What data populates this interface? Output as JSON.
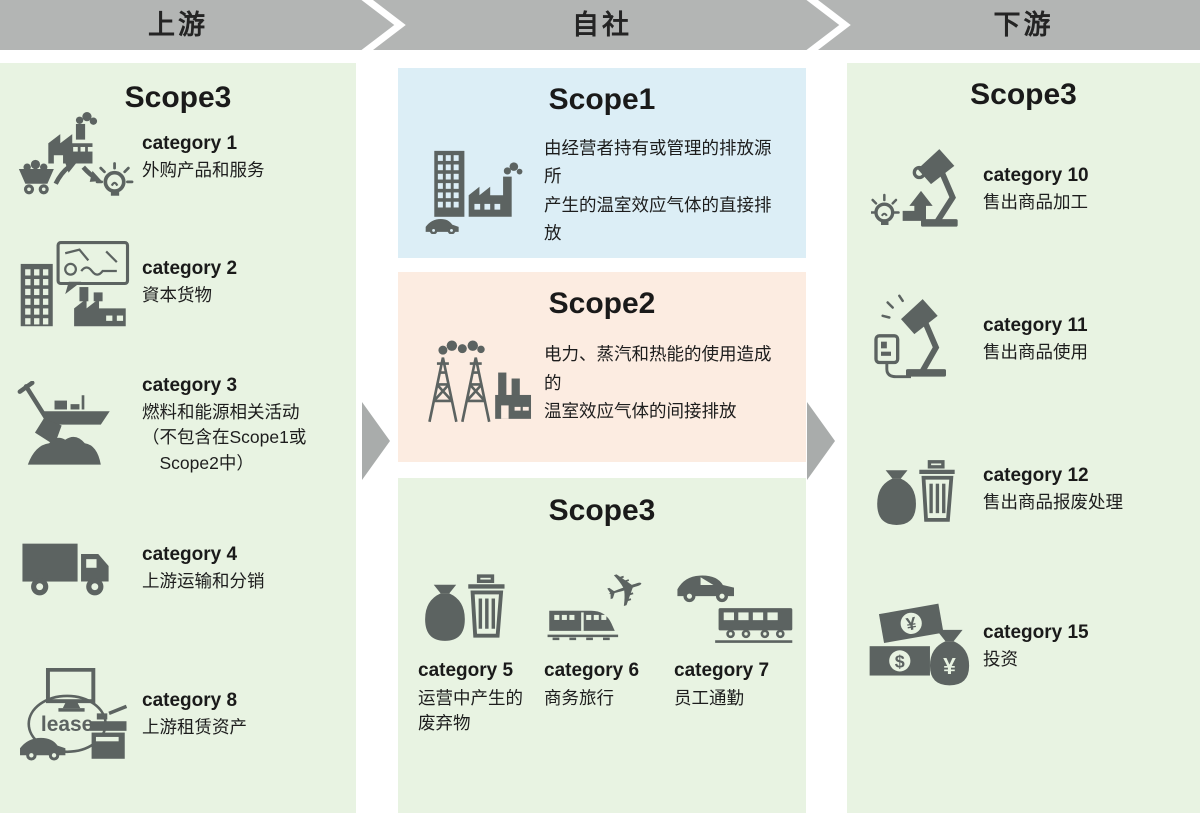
{
  "header": {
    "steps": [
      {
        "label": "上游"
      },
      {
        "label": "自社"
      },
      {
        "label": "下游"
      }
    ]
  },
  "upstream": {
    "title": "Scope3",
    "items": [
      {
        "icon": "raw-materials-factory-bulb-icon",
        "label": "category 1",
        "desc": "外购产品和服务"
      },
      {
        "icon": "building-factory-speech-bubble-icon",
        "label": "category 2",
        "desc": "資本货物"
      },
      {
        "icon": "ship-shovel-coal-icon",
        "label": "category 3",
        "desc": "燃料和能源相关活动\n（不包含在Scope1或\n　Scope2中）"
      },
      {
        "icon": "truck-icon",
        "label": "category 4",
        "desc": "上游运输和分销"
      },
      {
        "icon": "lease-assets-icon",
        "label": "category 8",
        "desc": "上游租赁资产"
      }
    ]
  },
  "company": {
    "scope1": {
      "title": "Scope1",
      "icon": "building-factory-car-icon",
      "desc": "由经营者持有或管理的排放源所\n产生的温室效应气体的直接排放"
    },
    "scope2": {
      "title": "Scope2",
      "icon": "power-towers-factory-icon",
      "desc": "电力、蒸汽和热能的使用造成的\n温室效应气体的间接排放"
    },
    "scope3": {
      "title": "Scope3",
      "items": [
        {
          "icon": "waste-bag-trash-bin-icon",
          "label": "category 5",
          "desc": "运营中产生的\n废弃物"
        },
        {
          "icon": "train-airplane-icon",
          "label": "category 6",
          "desc": "商务旅行"
        },
        {
          "icon": "car-train-icon",
          "label": "category 7",
          "desc": "员工通勤"
        }
      ]
    }
  },
  "downstream": {
    "title": "Scope3",
    "items": [
      {
        "icon": "desk-lamp-arrow-bulb-icon",
        "label": "category 10",
        "desc": "售出商品加工"
      },
      {
        "icon": "desk-lamp-plug-icon",
        "label": "category 11",
        "desc": "售出商品使用"
      },
      {
        "icon": "waste-bag-trash-bin-icon",
        "label": "category 12",
        "desc": "售出商品报废处理"
      },
      {
        "icon": "money-investment-icon",
        "label": "category 15",
        "desc": "投资"
      }
    ]
  },
  "icon_glyphs": {
    "lease": "lease",
    "yen": "¥",
    "dollar": "$",
    "plane": "✈"
  },
  "colors": {
    "header_gray": "#b3b5b4",
    "panel_green": "#e8f3e2",
    "scope1_blue": "#dceef6",
    "scope2_pink": "#fcece1",
    "icon_ink": "#5c6361",
    "arrow_gray": "#a9acab"
  }
}
